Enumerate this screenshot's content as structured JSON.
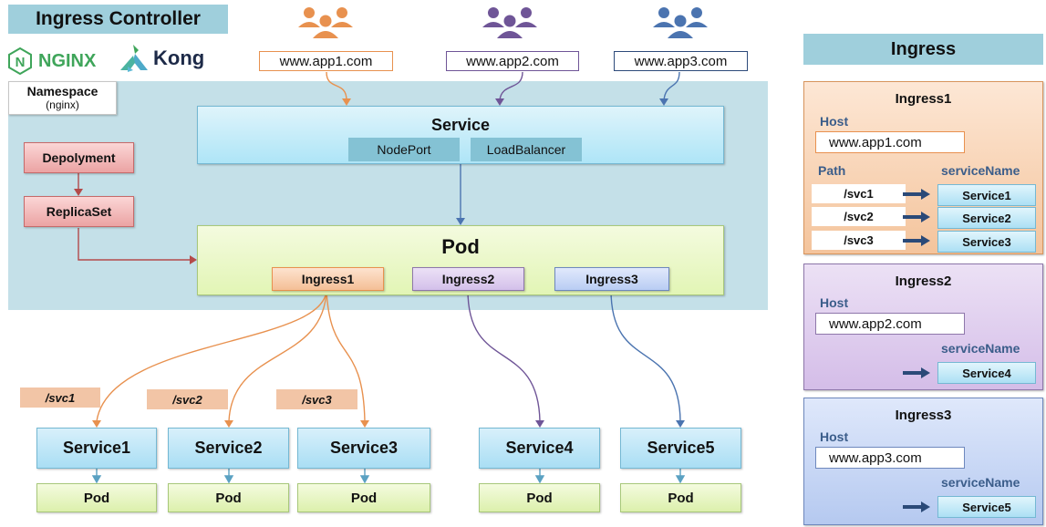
{
  "header": {
    "title": "Ingress Controller",
    "logos": [
      {
        "name": "NGINX",
        "icon": "nginx-hexagon-icon",
        "color": "#3fa55a"
      },
      {
        "name": "Kong",
        "icon": "kong-gorilla-icon",
        "color": "#1d2a48"
      }
    ]
  },
  "namespace": {
    "label": "Namespace",
    "value": "(nginx)"
  },
  "users": [
    {
      "icon": "users-group-icon",
      "color": "#e8914f",
      "domain": "www.app1.com"
    },
    {
      "icon": "users-group-icon",
      "color": "#6f5597",
      "domain": "www.app2.com"
    },
    {
      "icon": "users-group-icon",
      "color": "#4b74b0",
      "domain": "www.app3.com"
    }
  ],
  "service": {
    "title": "Service",
    "types": [
      "NodePort",
      "LoadBalancer"
    ]
  },
  "controller": {
    "deployment": "Depolyment",
    "replicaset": "ReplicaSet"
  },
  "pod": {
    "title": "Pod",
    "ingresses": [
      "Ingress1",
      "Ingress2",
      "Ingress3"
    ]
  },
  "routes": {
    "paths": [
      "/svc1",
      "/svc2",
      "/svc3"
    ]
  },
  "backends": [
    {
      "service": "Service1",
      "pod": "Pod"
    },
    {
      "service": "Service2",
      "pod": "Pod"
    },
    {
      "service": "Service3",
      "pod": "Pod"
    },
    {
      "service": "Service4",
      "pod": "Pod"
    },
    {
      "service": "Service5",
      "pod": "Pod"
    }
  ],
  "ingress_panel": {
    "title": "Ingress",
    "host_label": "Host",
    "path_label": "Path",
    "service_label": "serviceName",
    "cards": [
      {
        "name": "Ingress1",
        "host": "www.app1.com",
        "rules": [
          {
            "path": "/svc1",
            "service": "Service1"
          },
          {
            "path": "/svc2",
            "service": "Service2"
          },
          {
            "path": "/svc3",
            "service": "Service3"
          }
        ]
      },
      {
        "name": "Ingress2",
        "host": "www.app2.com",
        "rules": [
          {
            "service": "Service4"
          }
        ]
      },
      {
        "name": "Ingress3",
        "host": "www.app3.com",
        "rules": [
          {
            "service": "Service5"
          }
        ]
      }
    ]
  },
  "colors": {
    "orange": "#e8914f",
    "purple": "#6f5597",
    "blue": "#4b74b0",
    "red": "#b34a4a",
    "namespace_bg": "#c4e0e8",
    "header_bg": "#9fcfdc"
  }
}
